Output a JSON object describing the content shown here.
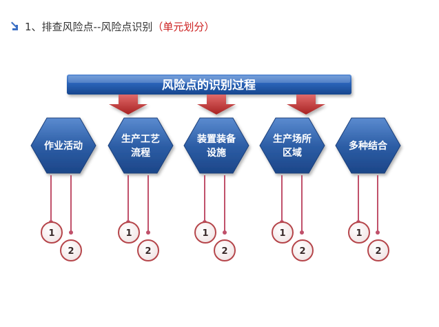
{
  "heading": {
    "icon": "down-right-arrow-icon",
    "prefix": "1、排查风险点--风险点识别",
    "highlight": "（单元划分）"
  },
  "process_title": "风险点的识别过程",
  "categories": [
    {
      "label_lines": [
        "作业活动"
      ],
      "markers": [
        "1",
        "2"
      ]
    },
    {
      "label_lines": [
        "生产工艺",
        "流程"
      ],
      "markers": [
        "1",
        "2"
      ]
    },
    {
      "label_lines": [
        "装置装备",
        "设施"
      ],
      "markers": [
        "1",
        "2"
      ]
    },
    {
      "label_lines": [
        "生产场所",
        "区域"
      ],
      "markers": [
        "1",
        "2"
      ]
    },
    {
      "label_lines": [
        "多种结合"
      ],
      "markers": [
        "1",
        "2"
      ]
    }
  ],
  "colors": {
    "hex_fill": "#2e5fa8",
    "title_bar": "#1f5fb0",
    "arrow": "#c43a3a",
    "connector": "#c0506a",
    "circle_stroke": "#b5454a",
    "highlight_text": "#cc1f1f"
  }
}
